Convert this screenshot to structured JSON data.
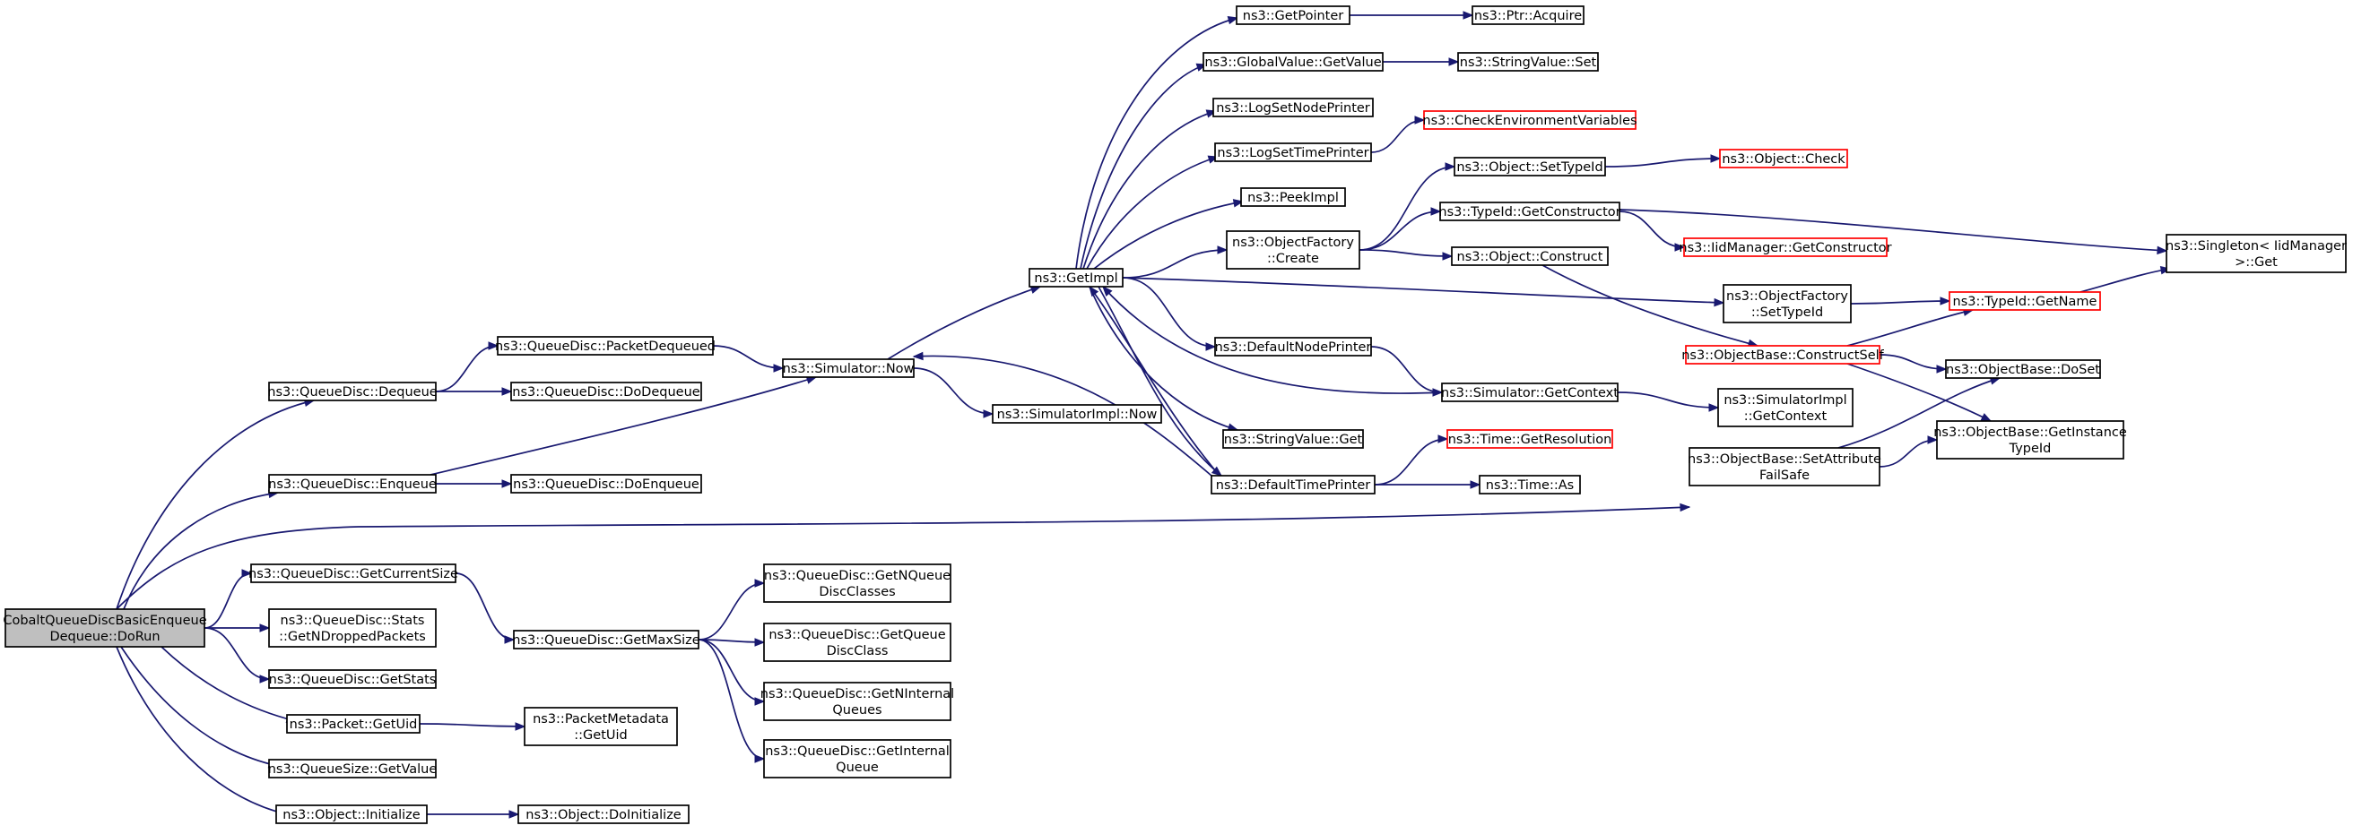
{
  "colors": {
    "edge": "#191970",
    "node_border": "#000000",
    "truncated_node_border": "#ff0000",
    "root_fill": "#bfbfbf",
    "background": "#ffffff"
  },
  "nodes": {
    "root": {
      "lines": [
        "CobaltQueueDiscBasicEnqueue",
        "Dequeue::DoRun"
      ],
      "style": "root"
    },
    "qd_dequeue": {
      "lines": [
        "ns3::QueueDisc::Dequeue"
      ]
    },
    "qd_enqueue": {
      "lines": [
        "ns3::QueueDisc::Enqueue"
      ]
    },
    "qd_getcurrentsize": {
      "lines": [
        "ns3::QueueDisc::GetCurrentSize"
      ]
    },
    "qd_stats": {
      "lines": [
        "ns3::QueueDisc::Stats",
        "::GetNDroppedPackets"
      ]
    },
    "qd_getstats": {
      "lines": [
        "ns3::QueueDisc::GetStats"
      ]
    },
    "packet_getuid": {
      "lines": [
        "ns3::Packet::GetUid"
      ]
    },
    "qs_getvalue": {
      "lines": [
        "ns3::QueueSize::GetValue"
      ]
    },
    "obj_initialize": {
      "lines": [
        "ns3::Object::Initialize"
      ]
    },
    "qd_packetdequeued": {
      "lines": [
        "ns3::QueueDisc::PacketDequeued"
      ]
    },
    "qd_dodequeue": {
      "lines": [
        "ns3::QueueDisc::DoDequeue"
      ]
    },
    "qd_doenqueue": {
      "lines": [
        "ns3::QueueDisc::DoEnqueue"
      ]
    },
    "qd_getmaxsize": {
      "lines": [
        "ns3::QueueDisc::GetMaxSize"
      ]
    },
    "pm_getuid": {
      "lines": [
        "ns3::PacketMetadata",
        "::GetUid"
      ]
    },
    "obj_doinitialize": {
      "lines": [
        "ns3::Object::DoInitialize"
      ]
    },
    "sim_now": {
      "lines": [
        "ns3::Simulator::Now"
      ]
    },
    "simimpl_now": {
      "lines": [
        "ns3::SimulatorImpl::Now"
      ]
    },
    "qd_getnqdc": {
      "lines": [
        "ns3::QueueDisc::GetNQueue",
        "DiscClasses"
      ]
    },
    "qd_getqdc": {
      "lines": [
        "ns3::QueueDisc::GetQueue",
        "DiscClass"
      ]
    },
    "qd_getninternal": {
      "lines": [
        "ns3::QueueDisc::GetNInternal",
        "Queues"
      ]
    },
    "qd_getinternal": {
      "lines": [
        "ns3::QueueDisc::GetInternal",
        "Queue"
      ]
    },
    "getimpl": {
      "lines": [
        "ns3::GetImpl"
      ]
    },
    "getpointer": {
      "lines": [
        "ns3::GetPointer"
      ]
    },
    "gv_getvalue": {
      "lines": [
        "ns3::GlobalValue::GetValue"
      ]
    },
    "logsetnodeprinter": {
      "lines": [
        "ns3::LogSetNodePrinter"
      ]
    },
    "logsettimeprinter": {
      "lines": [
        "ns3::LogSetTimePrinter"
      ]
    },
    "peekimpl": {
      "lines": [
        "ns3::PeekImpl"
      ]
    },
    "of_create": {
      "lines": [
        "ns3::ObjectFactory",
        "::Create"
      ]
    },
    "defaultnodeprinter": {
      "lines": [
        "ns3::DefaultNodePrinter"
      ]
    },
    "sv_get": {
      "lines": [
        "ns3::StringValue::Get"
      ]
    },
    "defaulttimeprinter": {
      "lines": [
        "ns3::DefaultTimePrinter"
      ]
    },
    "ptr_acquire": {
      "lines": [
        "ns3::Ptr::Acquire"
      ]
    },
    "sv_set": {
      "lines": [
        "ns3::StringValue::Set"
      ]
    },
    "checkenv": {
      "lines": [
        "ns3::CheckEnvironmentVariables"
      ],
      "style": "red"
    },
    "obj_settypeid": {
      "lines": [
        "ns3::Object::SetTypeId"
      ]
    },
    "typeid_getconstructor": {
      "lines": [
        "ns3::TypeId::GetConstructor"
      ]
    },
    "obj_construct": {
      "lines": [
        "ns3::Object::Construct"
      ]
    },
    "of_settypeid": {
      "lines": [
        "ns3::ObjectFactory",
        "::SetTypeId"
      ]
    },
    "sim_getcontext": {
      "lines": [
        "ns3::Simulator::GetContext"
      ]
    },
    "time_getresolution": {
      "lines": [
        "ns3::Time::GetResolution"
      ],
      "style": "red"
    },
    "time_as": {
      "lines": [
        "ns3::Time::As"
      ]
    },
    "ob_setattr": {
      "lines": [
        "ns3::ObjectBase::SetAttribute",
        "FailSafe"
      ]
    },
    "obj_check": {
      "lines": [
        "ns3::Object::Check"
      ],
      "style": "red"
    },
    "iidm_getconstructor": {
      "lines": [
        "ns3::IidManager::GetConstructor"
      ],
      "style": "red"
    },
    "ob_constructself": {
      "lines": [
        "ns3::ObjectBase::ConstructSelf"
      ],
      "style": "red"
    },
    "typeid_getname": {
      "lines": [
        "ns3::TypeId::GetName"
      ],
      "style": "red"
    },
    "simimpl_getcontext": {
      "lines": [
        "ns3::SimulatorImpl",
        "::GetContext"
      ]
    },
    "ob_doset": {
      "lines": [
        "ns3::ObjectBase::DoSet"
      ]
    },
    "ob_getinstancetypeid": {
      "lines": [
        "ns3::ObjectBase::GetInstance",
        "TypeId"
      ]
    },
    "singleton_get": {
      "lines": [
        "ns3::Singleton< IidManager",
        " >::Get"
      ]
    }
  },
  "edges": [
    [
      "root",
      "qd_dequeue"
    ],
    [
      "root",
      "qd_enqueue"
    ],
    [
      "root",
      "ob_setattr"
    ],
    [
      "root",
      "qd_getcurrentsize"
    ],
    [
      "root",
      "qd_stats"
    ],
    [
      "root",
      "qd_getstats"
    ],
    [
      "root",
      "packet_getuid"
    ],
    [
      "root",
      "qs_getvalue"
    ],
    [
      "root",
      "obj_initialize"
    ],
    [
      "qd_dequeue",
      "qd_packetdequeued"
    ],
    [
      "qd_dequeue",
      "qd_dodequeue"
    ],
    [
      "qd_enqueue",
      "sim_now"
    ],
    [
      "qd_enqueue",
      "qd_doenqueue"
    ],
    [
      "qd_getcurrentsize",
      "qd_getmaxsize"
    ],
    [
      "packet_getuid",
      "pm_getuid"
    ],
    [
      "obj_initialize",
      "obj_doinitialize"
    ],
    [
      "qd_packetdequeued",
      "sim_now"
    ],
    [
      "sim_now",
      "getimpl"
    ],
    [
      "sim_now",
      "simimpl_now"
    ],
    [
      "qd_getmaxsize",
      "qd_getnqdc"
    ],
    [
      "qd_getmaxsize",
      "qd_getqdc"
    ],
    [
      "qd_getmaxsize",
      "qd_getninternal"
    ],
    [
      "qd_getmaxsize",
      "qd_getinternal"
    ],
    [
      "getimpl",
      "getpointer"
    ],
    [
      "getimpl",
      "gv_getvalue"
    ],
    [
      "getimpl",
      "logsetnodeprinter"
    ],
    [
      "getimpl",
      "logsettimeprinter"
    ],
    [
      "getimpl",
      "peekimpl"
    ],
    [
      "getimpl",
      "of_create"
    ],
    [
      "getimpl",
      "defaultnodeprinter"
    ],
    [
      "getimpl",
      "sv_get"
    ],
    [
      "getimpl",
      "defaulttimeprinter"
    ],
    [
      "getimpl",
      "of_settypeid"
    ],
    [
      "getpointer",
      "ptr_acquire"
    ],
    [
      "gv_getvalue",
      "sv_set"
    ],
    [
      "logsettimeprinter",
      "checkenv"
    ],
    [
      "of_create",
      "obj_settypeid"
    ],
    [
      "of_create",
      "typeid_getconstructor"
    ],
    [
      "of_create",
      "obj_construct"
    ],
    [
      "defaultnodeprinter",
      "sim_getcontext"
    ],
    [
      "sim_getcontext",
      "getimpl"
    ],
    [
      "sim_getcontext",
      "simimpl_getcontext"
    ],
    [
      "defaulttimeprinter",
      "sim_now"
    ],
    [
      "defaulttimeprinter",
      "getimpl"
    ],
    [
      "defaulttimeprinter",
      "time_getresolution"
    ],
    [
      "defaulttimeprinter",
      "time_as"
    ],
    [
      "obj_settypeid",
      "obj_check"
    ],
    [
      "typeid_getconstructor",
      "iidm_getconstructor"
    ],
    [
      "typeid_getconstructor",
      "singleton_get"
    ],
    [
      "obj_construct",
      "ob_constructself"
    ],
    [
      "of_settypeid",
      "typeid_getname"
    ],
    [
      "ob_constructself",
      "typeid_getname"
    ],
    [
      "ob_constructself",
      "ob_doset"
    ],
    [
      "ob_constructself",
      "ob_getinstancetypeid"
    ],
    [
      "typeid_getname",
      "singleton_get"
    ],
    [
      "ob_setattr",
      "ob_doset"
    ],
    [
      "ob_setattr",
      "ob_getinstancetypeid"
    ]
  ]
}
